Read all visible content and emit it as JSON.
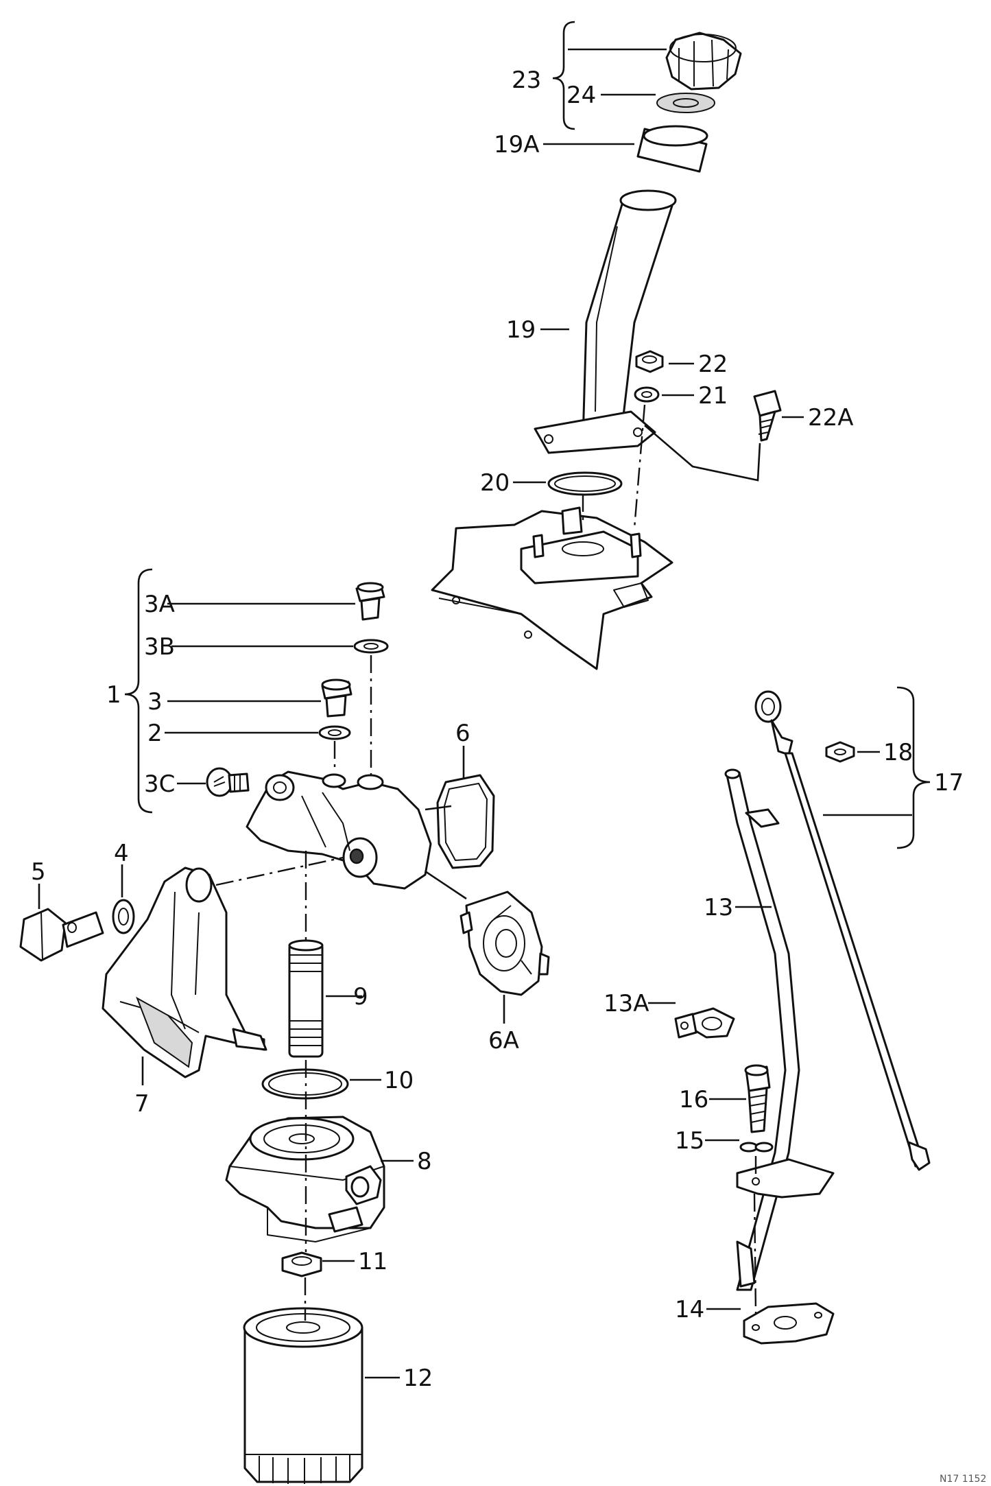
{
  "labels": {
    "l23": "23",
    "l24": "24",
    "l19A": "19A",
    "l19": "19",
    "l22": "22",
    "l21": "21",
    "l22A": "22A",
    "l20": "20",
    "l3A": "3A",
    "l3B": "3B",
    "l1": "1",
    "l3": "3",
    "l2": "2",
    "l3C": "3C",
    "l6": "6",
    "l5": "5",
    "l4": "4",
    "l9": "9",
    "l6A": "6A",
    "l7": "7",
    "l10": "10",
    "l8": "8",
    "l11": "11",
    "l12": "12",
    "l18": "18",
    "l17": "17",
    "l13": "13",
    "l13A": "13A",
    "l16": "16",
    "l15": "15",
    "l14": "14"
  },
  "footer_code": "N17 1152"
}
